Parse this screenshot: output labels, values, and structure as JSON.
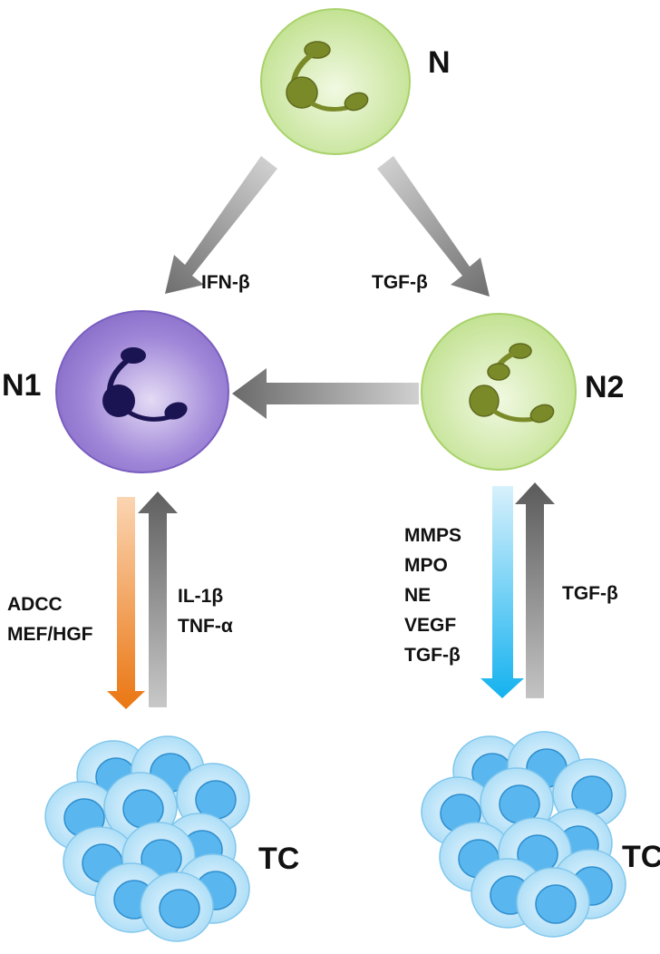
{
  "cells": {
    "n": "N",
    "n1": "N1",
    "n2": "N2",
    "tc_left": "TC",
    "tc_right": "TC"
  },
  "arrows": {
    "n_to_n1": "IFN-β",
    "n_to_n2": "TGF-β",
    "n1_to_tc": [
      "ADCC",
      "MEF/HGF"
    ],
    "tc_to_n1": [
      "IL-1β",
      "TNF-α"
    ],
    "n2_to_tc": [
      "MMPS",
      "MPO",
      "NE",
      "VEGF",
      "TGF-β"
    ],
    "tc_to_n2": "TGF-β"
  },
  "colors": {
    "neutrophil": "#cde9a2",
    "n1_cell": "#9a7bd4",
    "nucleus_green": "#7d8a2a",
    "nucleus_dark": "#1b1452",
    "grey_arrow": "#7a7a7a",
    "orange_arrow": "#ef7d1a",
    "blue_arrow": "#1eb6f0",
    "tumor_cell": "#bfe6fa",
    "tumor_nucleus": "#5ab6ee"
  }
}
